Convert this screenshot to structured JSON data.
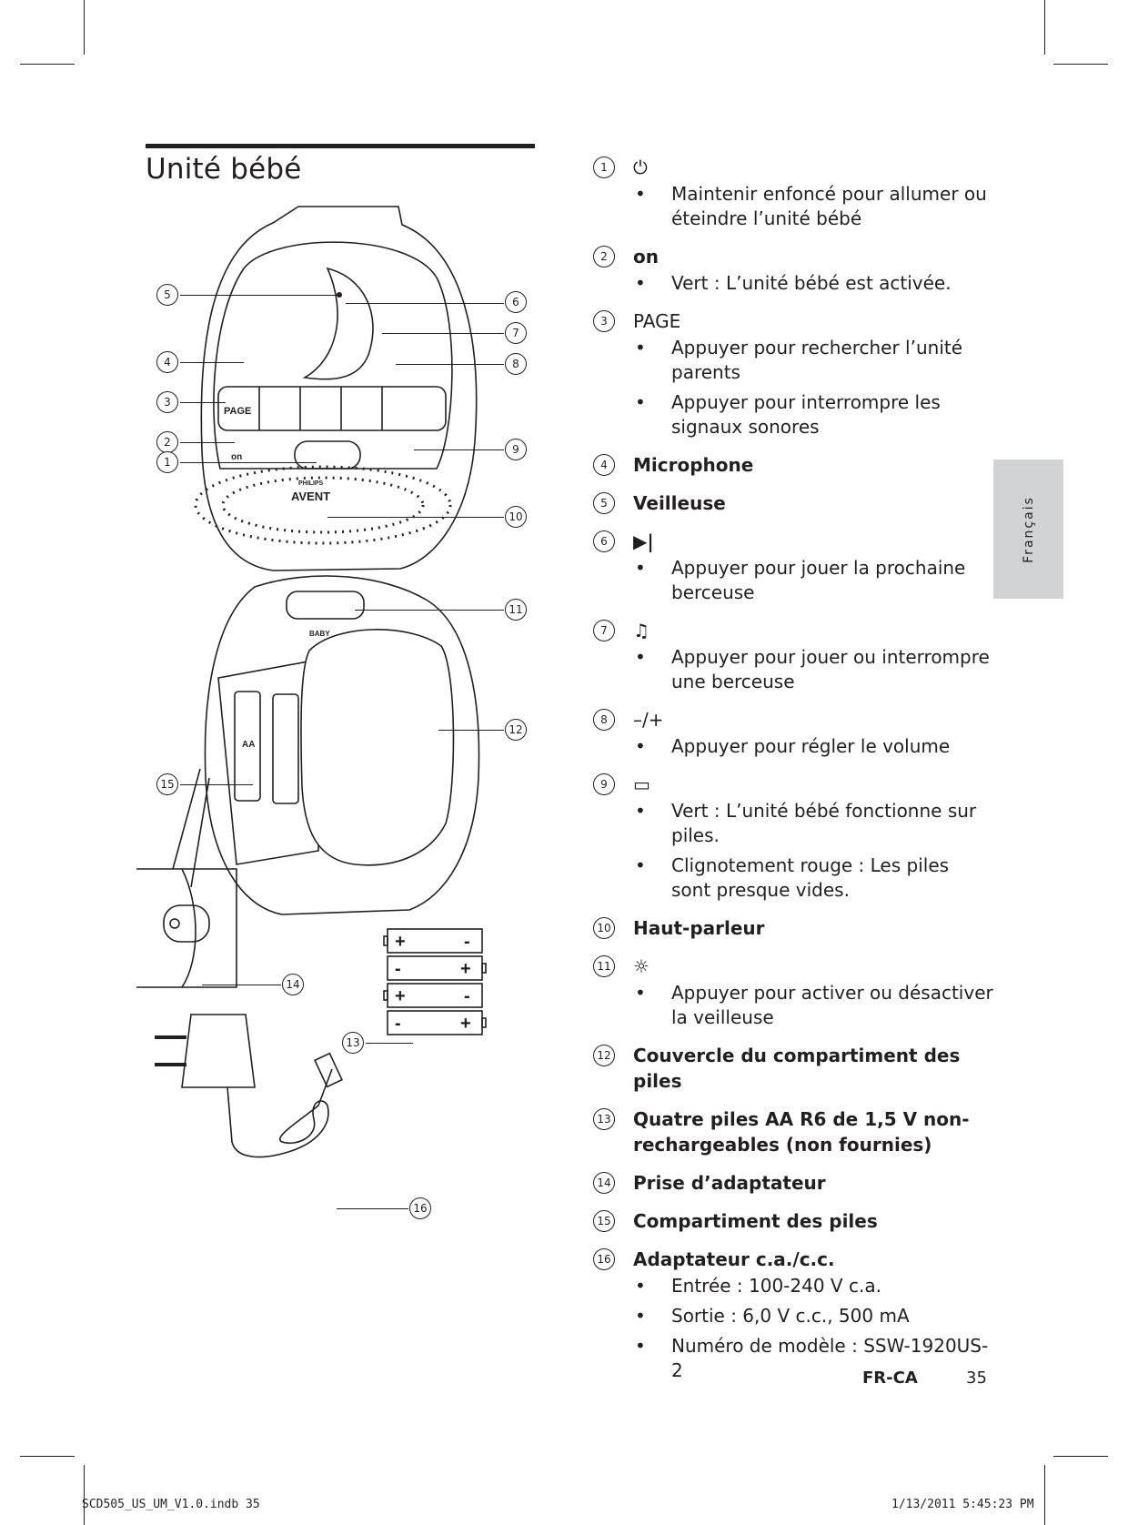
{
  "section_title": "Unité bébé",
  "callouts": {
    "c1": "1",
    "c2": "2",
    "c3": "3",
    "c4": "4",
    "c5": "5",
    "c6": "6",
    "c7": "7",
    "c8": "8",
    "c9": "9",
    "c10": "10",
    "c11": "11",
    "c12": "12",
    "c13": "13",
    "c14": "14",
    "c15": "15",
    "c16": "16"
  },
  "diagram_text": {
    "page_button": "PAGE",
    "on_label": "on",
    "brand_top": "PHILIPS",
    "brand_main": "AVENT",
    "baby_label": "BABY",
    "battery_label": "AA",
    "batteries": [
      {
        "left": "+",
        "right": "-"
      },
      {
        "left": "-",
        "right": "+"
      },
      {
        "left": "+",
        "right": "-"
      },
      {
        "left": "-",
        "right": "+"
      }
    ]
  },
  "items": [
    {
      "num": "1",
      "title": "⏻",
      "bold": false,
      "bullets": [
        "Maintenir enfoncé pour allumer ou éteindre l’unité bébé"
      ]
    },
    {
      "num": "2",
      "title": "on",
      "bold": true,
      "bullets": [
        "Vert : L’unité bébé est activée."
      ]
    },
    {
      "num": "3",
      "title": "PAGE",
      "bold": false,
      "bullets": [
        "Appuyer pour rechercher l’unité parents",
        "Appuyer pour interrompre les signaux sonores"
      ]
    },
    {
      "num": "4",
      "title": "Microphone",
      "bold": true,
      "bullets": []
    },
    {
      "num": "5",
      "title": "Veilleuse",
      "bold": true,
      "bullets": []
    },
    {
      "num": "6",
      "title": "▶|",
      "bold": true,
      "bullets": [
        "Appuyer pour jouer la prochaine berceuse"
      ]
    },
    {
      "num": "7",
      "title": "♫",
      "bold": true,
      "bullets": [
        "Appuyer pour jouer ou interrompre une berceuse"
      ]
    },
    {
      "num": "8",
      "title": "–/+",
      "bold": false,
      "bullets": [
        "Appuyer pour régler le volume"
      ]
    },
    {
      "num": "9",
      "title": "▭",
      "bold": true,
      "bullets": [
        "Vert : L’unité bébé fonctionne sur piles.",
        "Clignotement rouge : Les piles sont presque vides."
      ]
    },
    {
      "num": "10",
      "title": "Haut-parleur",
      "bold": true,
      "bullets": []
    },
    {
      "num": "11",
      "title": "☼",
      "bold": false,
      "bullets": [
        "Appuyer pour activer ou désactiver la veilleuse"
      ]
    },
    {
      "num": "12",
      "title": "Couvercle du compartiment des piles",
      "bold": true,
      "bullets": []
    },
    {
      "num": "13",
      "title": "Quatre piles AA R6 de 1,5 V non-rechargeables (non fournies)",
      "bold": true,
      "bullets": []
    },
    {
      "num": "14",
      "title": "Prise d’adaptateur",
      "bold": true,
      "bullets": []
    },
    {
      "num": "15",
      "title": "Compartiment des piles",
      "bold": true,
      "bullets": []
    },
    {
      "num": "16",
      "title": "Adaptateur c.a./c.c.",
      "bold": true,
      "bullets": [
        "Entrée : 100-240 V c.a.",
        "Sortie : 6,0 V c.c., 500 mA",
        "Numéro de modèle : SSW-1920US-2"
      ]
    }
  ],
  "side_tab": "Français",
  "footer": {
    "code": "FR-CA",
    "page": "35"
  },
  "slug": {
    "left": "SCD505_US_UM_V1.0.indb   35",
    "right": "1/13/2011   5:45:23 PM"
  }
}
